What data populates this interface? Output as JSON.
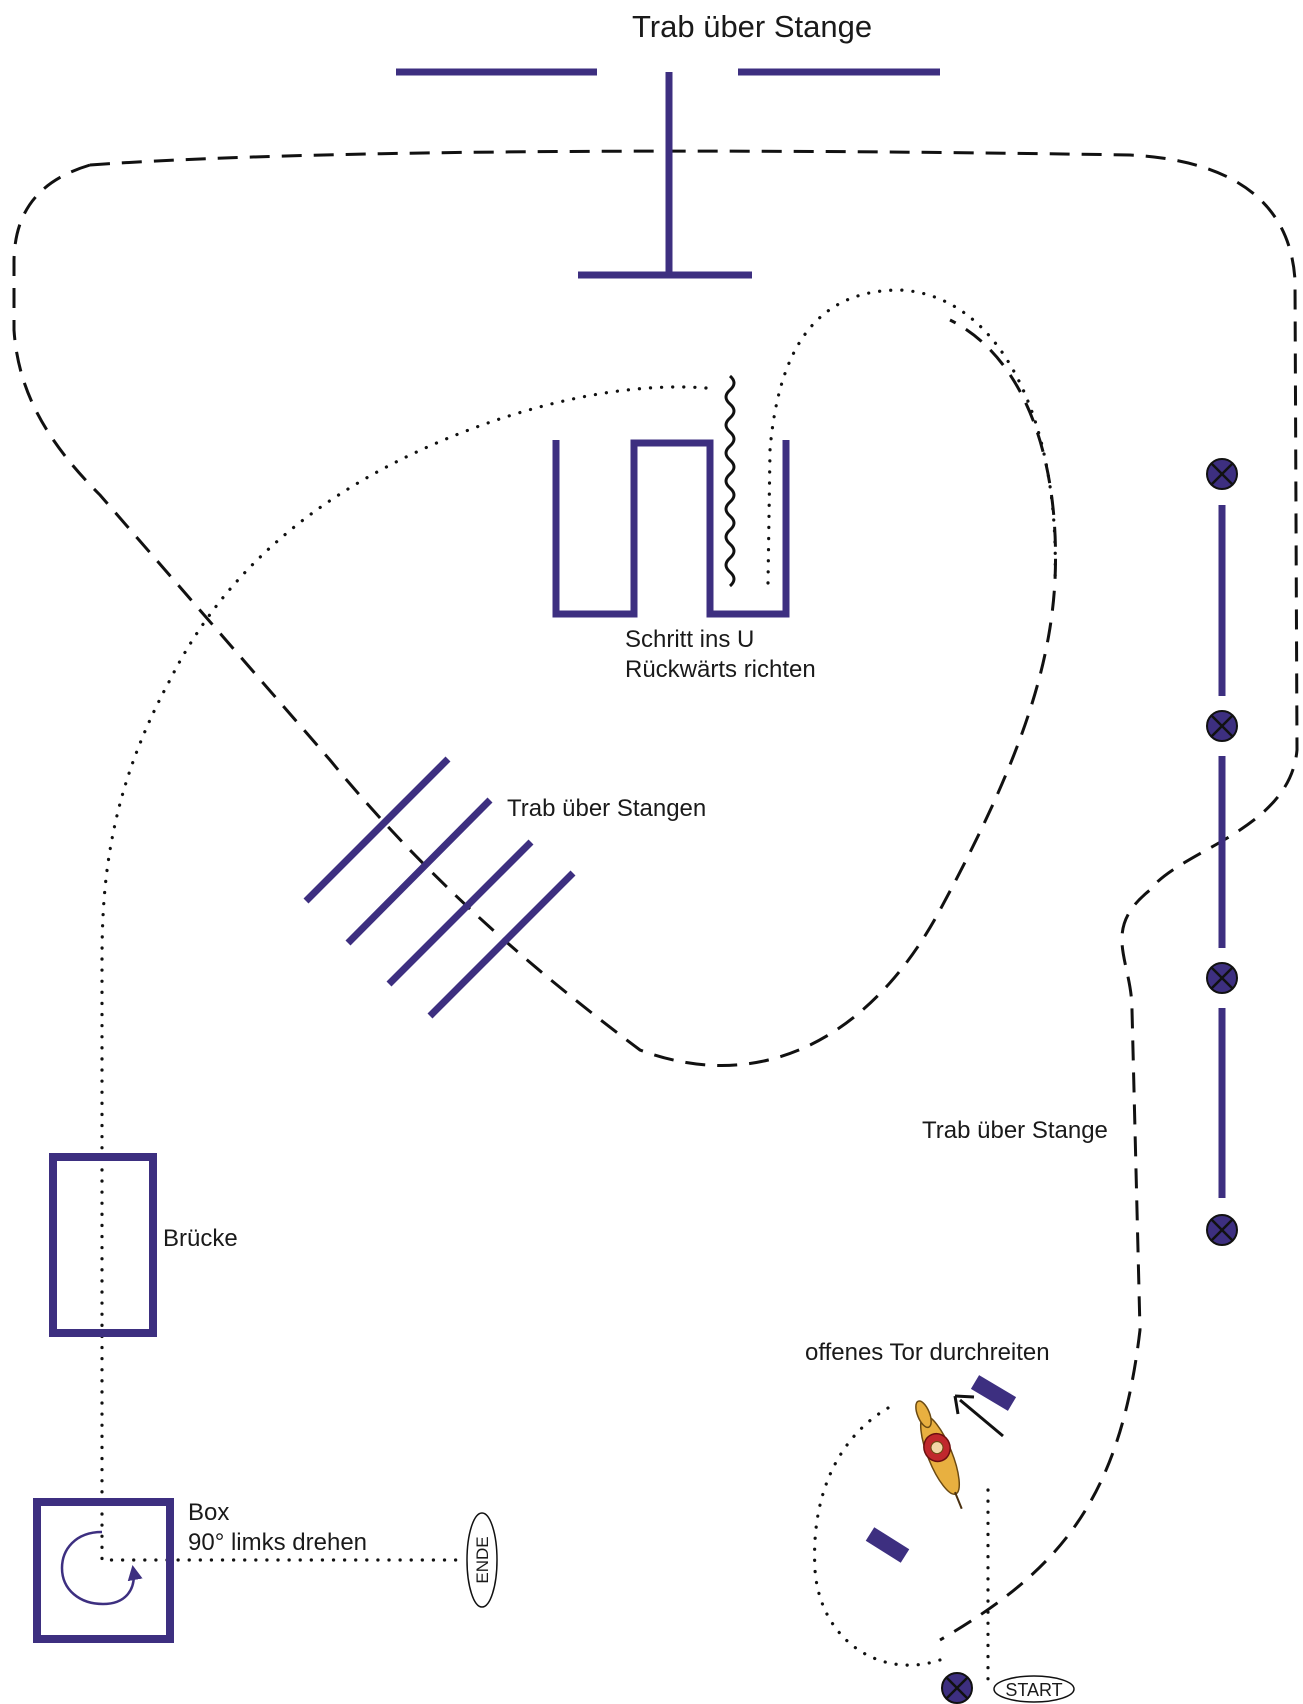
{
  "labels": {
    "title_top": "Trab über Stange",
    "u_step": "Schritt ins U",
    "u_back": "Rückwärts richten",
    "poles_diag": "Trab über Stangen",
    "pole_right": "Trab über Stange",
    "bridge": "Brücke",
    "box_title": "Box",
    "box_turn": "90° limks drehen",
    "gate": "offenes Tor durchreiten",
    "end": "ENDE",
    "start": "START"
  },
  "colors": {
    "obstacle": "#3d2f80",
    "path": "#111111",
    "horse_body": "#e8b040",
    "horse_saddle": "#c0282d"
  },
  "icons": {
    "marker": "cone-cross-icon",
    "horse": "horse-rider-icon",
    "arrow": "direction-arrow-icon",
    "turn": "circular-turn-arrow-icon"
  }
}
